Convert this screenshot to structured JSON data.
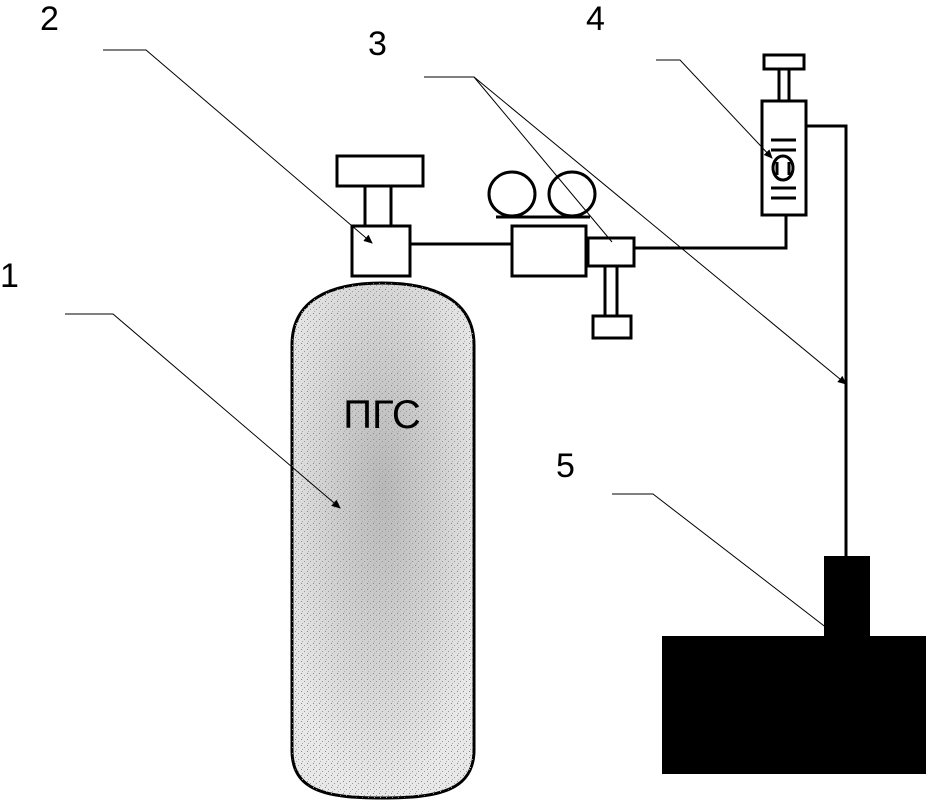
{
  "labels": {
    "cylinder": "1",
    "valve": "2",
    "regulator": "3",
    "flowmeter": "4",
    "instrument": "5"
  },
  "cylinder_text": "ПГС"
}
